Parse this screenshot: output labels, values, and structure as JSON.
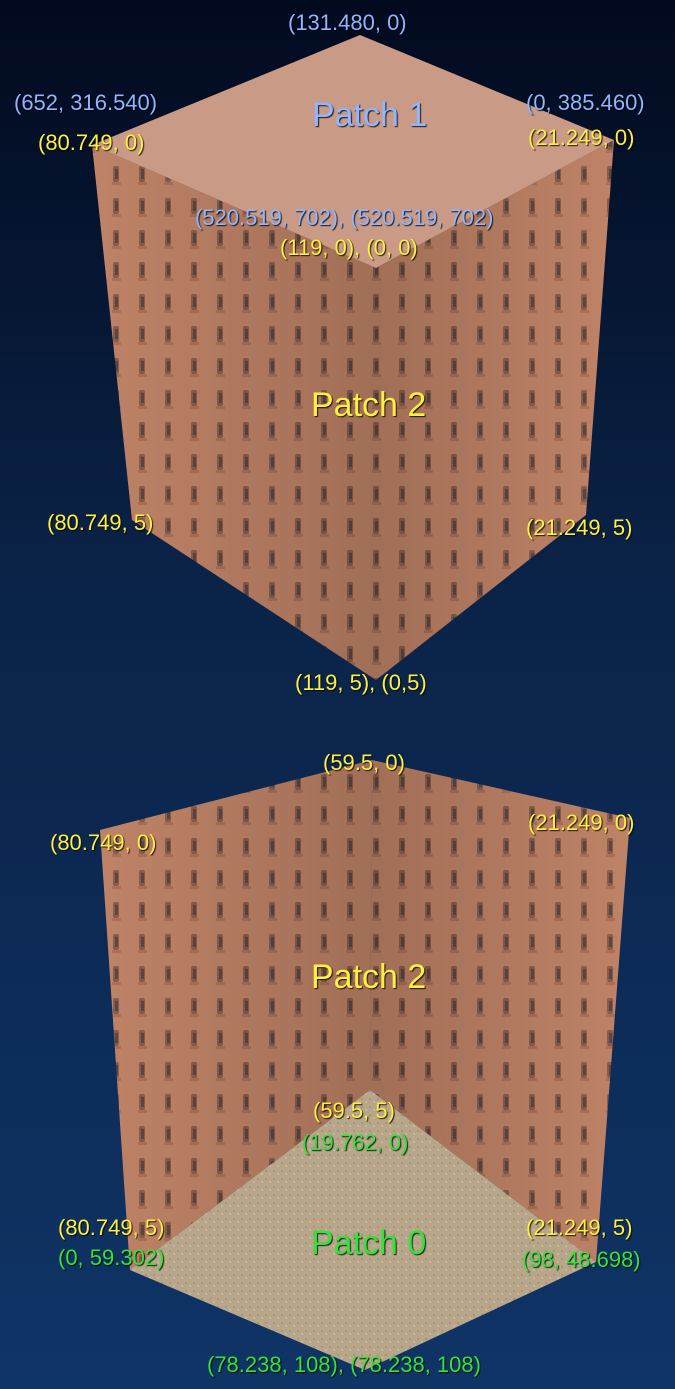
{
  "colors": {
    "blue": "#8fb6ff",
    "yellow": "#ffef3f",
    "green": "#33e23a",
    "brick": "#c98a6c",
    "brick_dark": "#8a5a44",
    "floor": "#b7a68c",
    "roof": "#c99a86"
  },
  "top_figure": {
    "roof_patch": "Patch 1",
    "side_patch": "Patch 2",
    "roof_top_corner": "(131.480, 0)",
    "roof_left_corner": "(652, 316.540)",
    "roof_right_corner": "(0, 385.460)",
    "roof_center_corner": "(520.519, 702), (520.519, 702)",
    "wall_top_left": "(80.749, 0)",
    "wall_top_right": "(21.249, 0)",
    "wall_top_center": "(119, 0), (0, 0)",
    "wall_bottom_left": "(80.749, 5)",
    "wall_bottom_right": "(21.249,  5)",
    "wall_bottom_center": "(119, 5), (0,5)"
  },
  "bottom_figure": {
    "wall_patch": "Patch 2",
    "floor_patch": "Patch 0",
    "wall_top_center": "(59.5, 0)",
    "wall_top_left": "(80.749, 0)",
    "wall_top_right": "(21.249, 0)",
    "wall_bottom_center": "(59.5, 5)",
    "floor_back_corner": "(19.762, 0)",
    "wall_bottom_left": "(80.749, 5)",
    "floor_left_corner": "(0, 59.302)",
    "wall_bottom_right": "(21.249, 5)",
    "floor_right_corner": "(98, 48.698)",
    "floor_front_corner": "(78.238, 108), (78.238, 108)"
  }
}
